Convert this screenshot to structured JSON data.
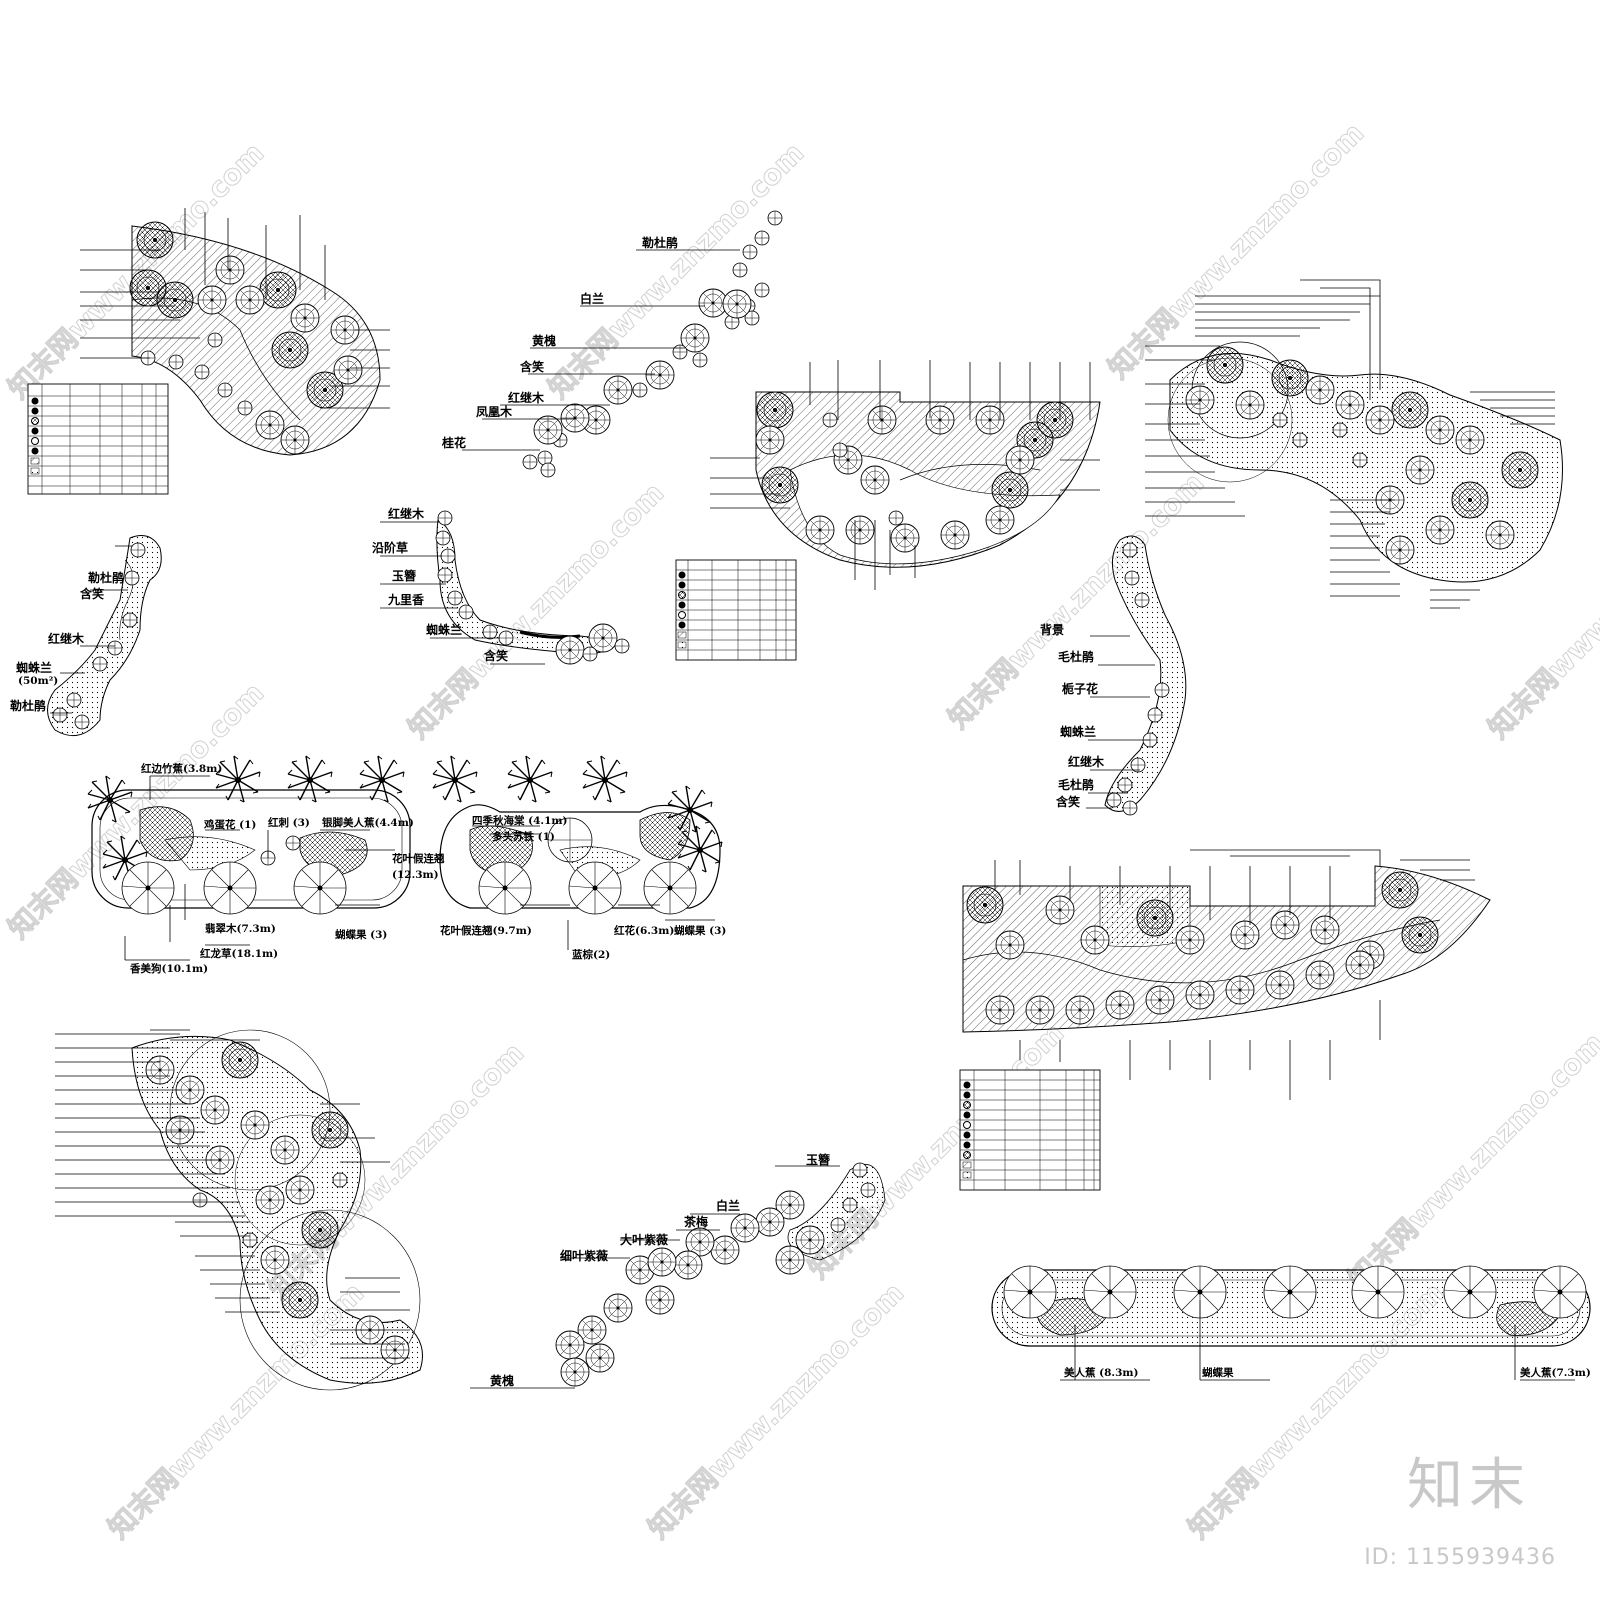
{
  "site": {
    "logo_text": "知末",
    "image_id": "ID: 1155939436",
    "watermark_text": "知末网www.znzmo.com"
  },
  "colors": {
    "ink": "#000000",
    "watermark": "#c8c8c8"
  },
  "labels": {
    "seg_top": [
      "勒杜鹃",
      "白兰",
      "黄槐",
      "含笑",
      "红继木",
      "凤凰木",
      "桂花"
    ],
    "seg_left": [
      "勒杜鹃",
      "含笑",
      "红继木",
      "蜘蛛兰",
      "(50m²)",
      "勒杜鹃"
    ],
    "seg_mid": [
      "红继木",
      "沿阶草",
      "玉簪",
      "九里香",
      "蜘蛛兰",
      "含笑"
    ],
    "seg_right": [
      "背景",
      "毛杜鹃",
      "栀子花",
      "蜘蛛兰",
      "红继木",
      "毛杜鹃",
      "含笑"
    ],
    "palm_bed_a": [
      "红边竹蕉(3.8m)",
      "鸡蛋花 (1)",
      "红刺 (3)",
      "银脚美人蕉(4.4m)",
      "花叶假连翘",
      "(12.3m)",
      "翡翠木(7.3m)",
      "红龙草(18.1m)",
      "蝴蝶果 (3)",
      "香美狗(10.1m)"
    ],
    "palm_bed_b": [
      "四季秋海棠 (4.1m)",
      "多头苏铁 (1)",
      "花叶假连翘(9.7m)",
      "红花(6.3m)",
      "蝴蝶果 (3)",
      "蓝棕(2)"
    ],
    "seg_bottom": [
      "玉簪",
      "白兰",
      "茶梅",
      "大叶紫薇",
      "细叶紫薇",
      "黄槐"
    ],
    "bottom_bed": [
      "美人蕉 (8.3m)",
      "蝴蝶果",
      "美人蕉(7.3m)"
    ]
  }
}
